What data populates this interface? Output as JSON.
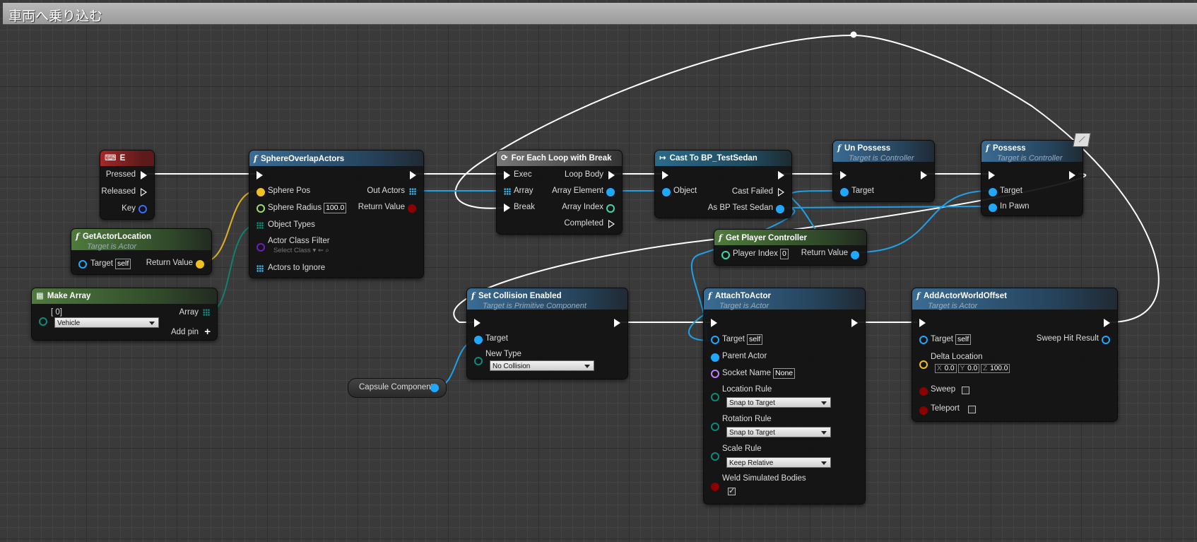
{
  "window": {
    "title": "車両へ乗り込む"
  },
  "colors": {
    "exec": "#ffffff",
    "object": "#20a8ff",
    "vector": "#f0c020",
    "float": "#9bdb68",
    "bool": "#8c0000",
    "struct": "#0a8a7a",
    "class": "#6a1fbf",
    "name": "#c47dff"
  },
  "nodes": {
    "e_key": {
      "title": "E",
      "pins": {
        "pressed": "Pressed",
        "released": "Released",
        "key": "Key"
      }
    },
    "get_actor_location": {
      "title": "GetActorLocation",
      "subtitle": "Target is Actor",
      "target": "Target",
      "target_value": "self",
      "return": "Return Value"
    },
    "make_array": {
      "title": "Make Array",
      "index": "[ 0]",
      "selected": "Vehicle",
      "array": "Array",
      "add_pin": "Add pin"
    },
    "sphere_overlap": {
      "title": "SphereOverlapActors",
      "sphere_pos": "Sphere Pos",
      "sphere_radius": "Sphere Radius",
      "radius_value": "100.0",
      "out_actors": "Out Actors",
      "return": "Return Value",
      "object_types": "Object Types",
      "class_filter": "Actor Class Filter",
      "select_class": "Select Class",
      "ignore": "Actors to Ignore"
    },
    "for_each": {
      "title": "For Each Loop with Break",
      "exec": "Exec",
      "array": "Array",
      "break": "Break",
      "loop_body": "Loop Body",
      "array_element": "Array Element",
      "array_index": "Array Index",
      "completed": "Completed"
    },
    "cast": {
      "title": "Cast To BP_TestSedan",
      "object": "Object",
      "cast_failed": "Cast Failed",
      "as_sedan": "As BP Test Sedan"
    },
    "unpossess": {
      "title": "Un Possess",
      "subtitle": "Target is Controller",
      "target": "Target"
    },
    "possess": {
      "title": "Possess",
      "subtitle": "Target is Controller",
      "target": "Target",
      "in_pawn": "In Pawn"
    },
    "get_player_controller": {
      "title": "Get Player Controller",
      "player_index": "Player Index",
      "index_value": "0",
      "return": "Return Value"
    },
    "set_collision": {
      "title": "Set Collision Enabled",
      "subtitle": "Target is Primitive Component",
      "target": "Target",
      "new_type": "New Type",
      "selected": "No Collision"
    },
    "capsule": {
      "label": "Capsule Component"
    },
    "attach": {
      "title": "AttachToActor",
      "subtitle": "Target is Actor",
      "target": "Target",
      "target_value": "self",
      "parent": "Parent Actor",
      "socket": "Socket Name",
      "socket_value": "None",
      "location_rule": "Location Rule",
      "location_value": "Snap to Target",
      "rotation_rule": "Rotation Rule",
      "rotation_value": "Snap to Target",
      "scale_rule": "Scale Rule",
      "scale_value": "Keep Relative",
      "weld": "Weld Simulated Bodies",
      "weld_checked": true
    },
    "add_offset": {
      "title": "AddActorWorldOffset",
      "subtitle": "Target is Actor",
      "target": "Target",
      "target_value": "self",
      "sweep_hit": "Sweep Hit Result",
      "delta": "Delta Location",
      "x_label": "X",
      "x": "0.0",
      "y_label": "Y",
      "y": "0.0",
      "z_label": "Z",
      "z": "100.0",
      "sweep": "Sweep",
      "teleport": "Teleport"
    }
  }
}
